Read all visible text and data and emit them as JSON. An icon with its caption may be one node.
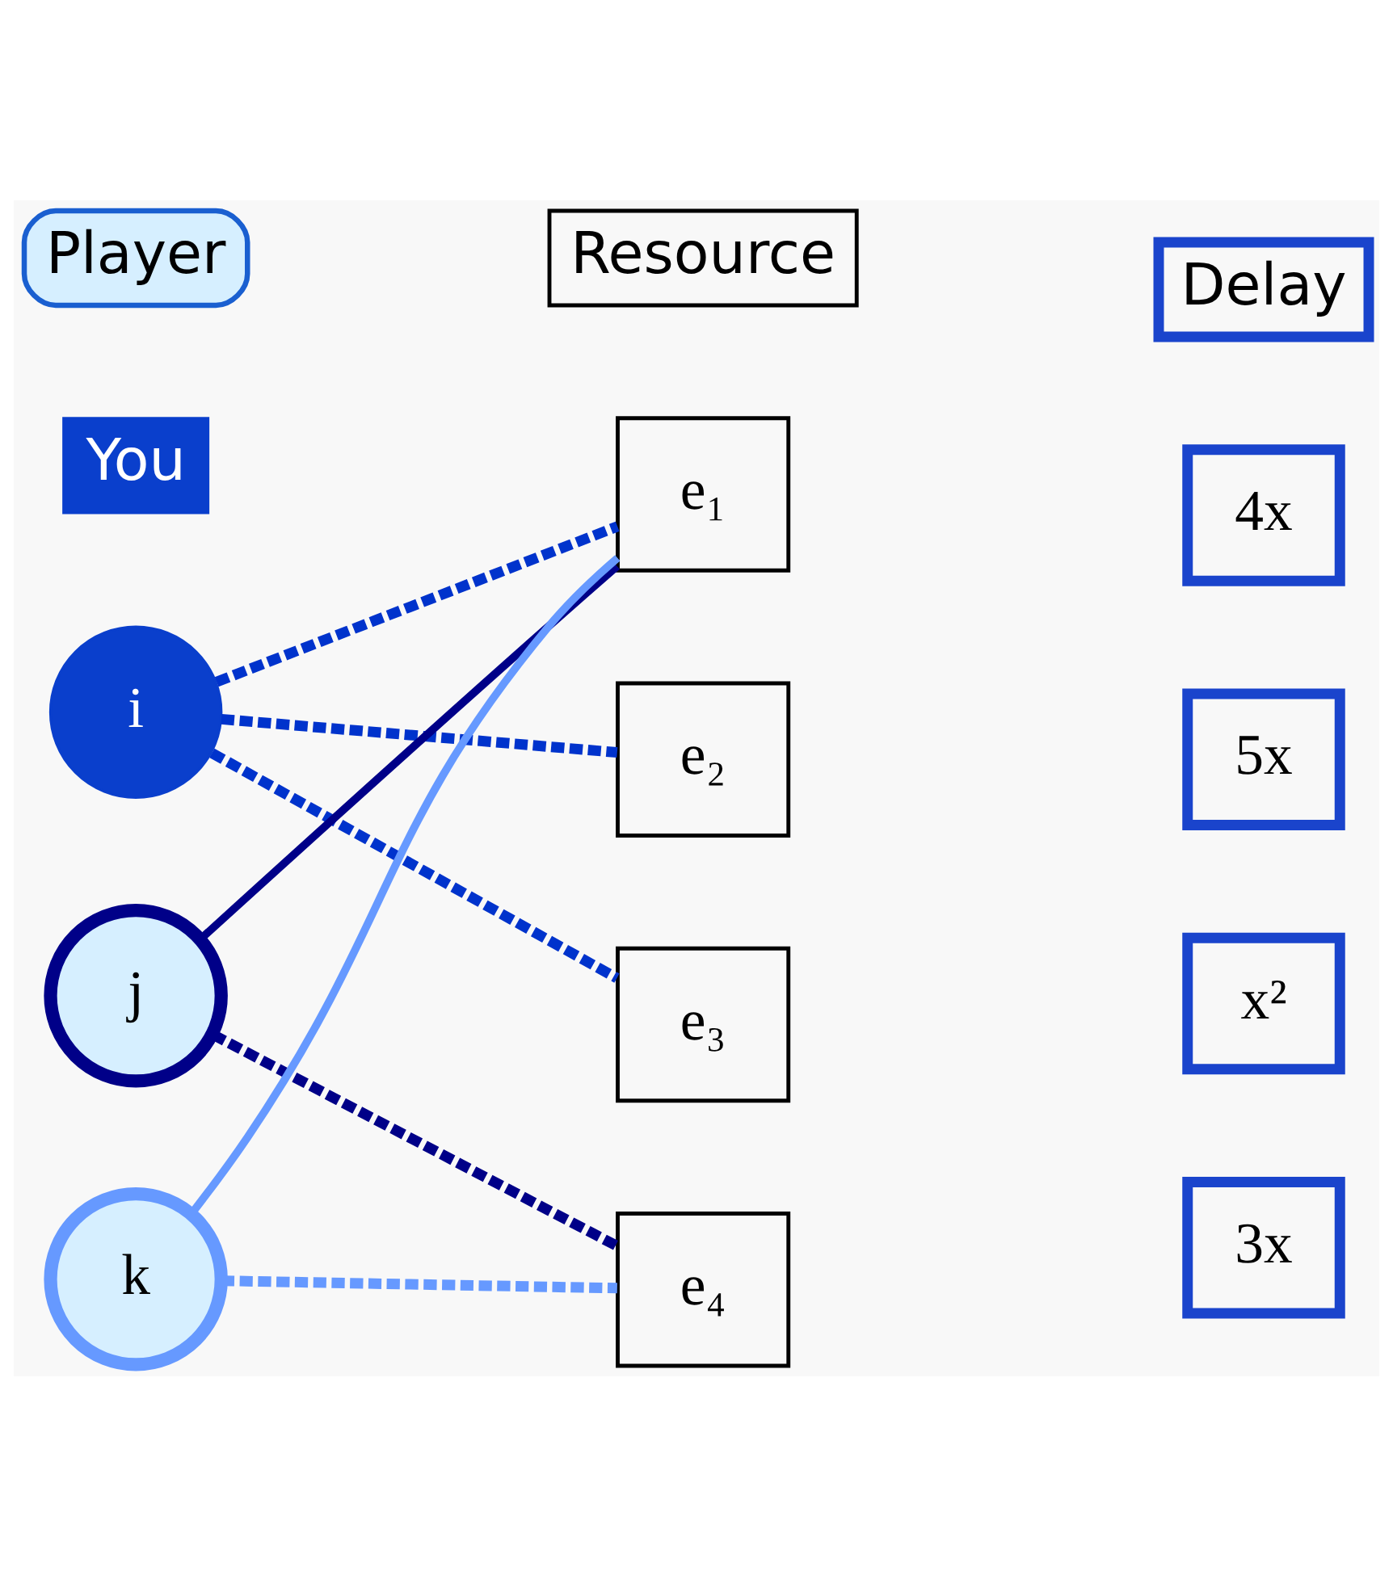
{
  "diagram": {
    "nodes": [
      {
        "text": [
          "Player"
        ]
      },
      {
        "text": [
          "Resource"
        ]
      },
      {
        "text": [
          "Delay"
        ]
      },
      {
        "text": [
          "i"
        ],
        "beside": [
          "You"
        ]
      },
      {
        "text": [
          "j"
        ]
      },
      {
        "text": [
          "k"
        ]
      },
      {
        "text": [
          "e₁"
        ]
      },
      {
        "text": [
          "4x"
        ]
      },
      {
        "text": [
          "e₂"
        ]
      },
      {
        "text": [
          "5x"
        ]
      },
      {
        "text": [
          "e₃"
        ]
      },
      {
        "text": [
          "x²"
        ]
      },
      {
        "text": [
          "e₄"
        ]
      },
      {
        "text": [
          "3x"
        ]
      }
    ],
    "edges": [
      {
        "from": 3,
        "to": 6,
        "arrow": "none",
        "style": "dashed",
        "color": "#0033cc"
      },
      {
        "from": 3,
        "to": 8,
        "arrow": "none",
        "style": "dashed",
        "color": "#0033cc"
      },
      {
        "from": 3,
        "to": 10,
        "arrow": "none",
        "style": "dashed",
        "color": "#0033cc"
      },
      {
        "from": 4,
        "to": 6,
        "arrow": "none",
        "color": "#000088"
      },
      {
        "from": 4,
        "to": 12,
        "arrow": "none",
        "style": "dashed",
        "color": "#000088"
      },
      {
        "from": 5,
        "to": 6,
        "arrow": "none",
        "color": "#6699ff"
      },
      {
        "from": 5,
        "to": 12,
        "arrow": "none",
        "style": "dashed",
        "color": "#6699ff"
      }
    ]
  }
}
